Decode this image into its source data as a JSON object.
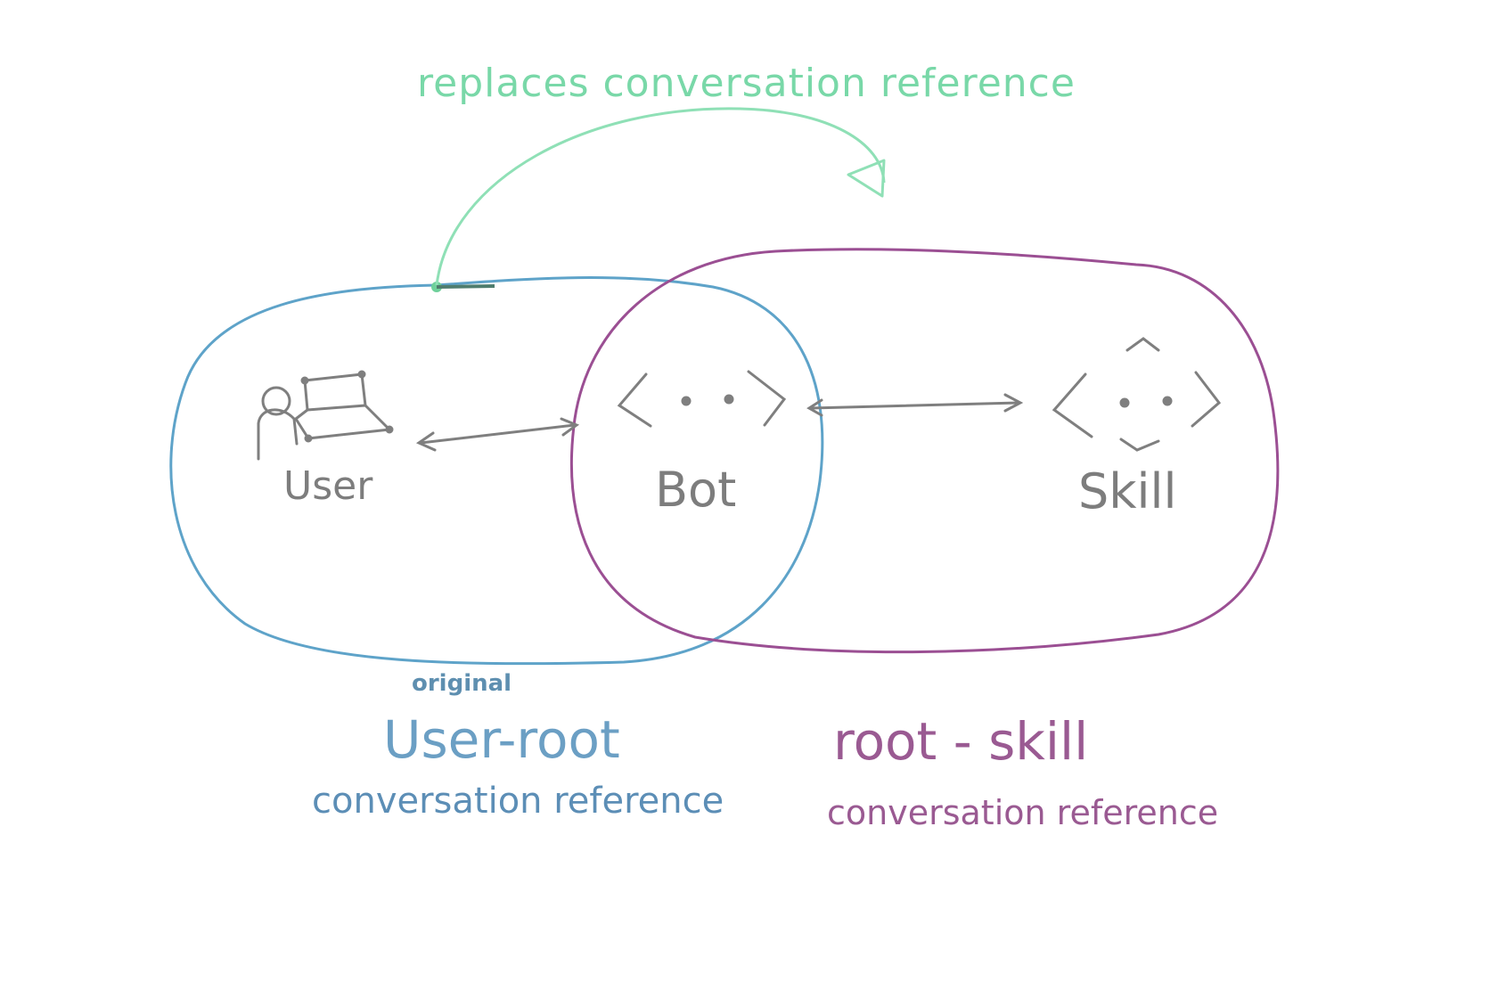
{
  "diagram": {
    "top_annotation": "replaces conversation reference",
    "nodes": {
      "user": {
        "label": "User",
        "icon": "user-laptop-icon"
      },
      "bot": {
        "label": "Bot",
        "icon": "bot-face-icon"
      },
      "skill": {
        "label": "Skill",
        "icon": "skill-bot-icon"
      }
    },
    "groups": {
      "user_root": {
        "qualifier": "original",
        "title": "User-root",
        "subtitle": "conversation reference",
        "color": "#5ea3c9"
      },
      "root_skill": {
        "title": "root - skill",
        "subtitle": "conversation reference",
        "color": "#9b4f93"
      }
    },
    "replace_arrow_color": "#8fe0b6",
    "icon_color": "#7f7f7f"
  }
}
